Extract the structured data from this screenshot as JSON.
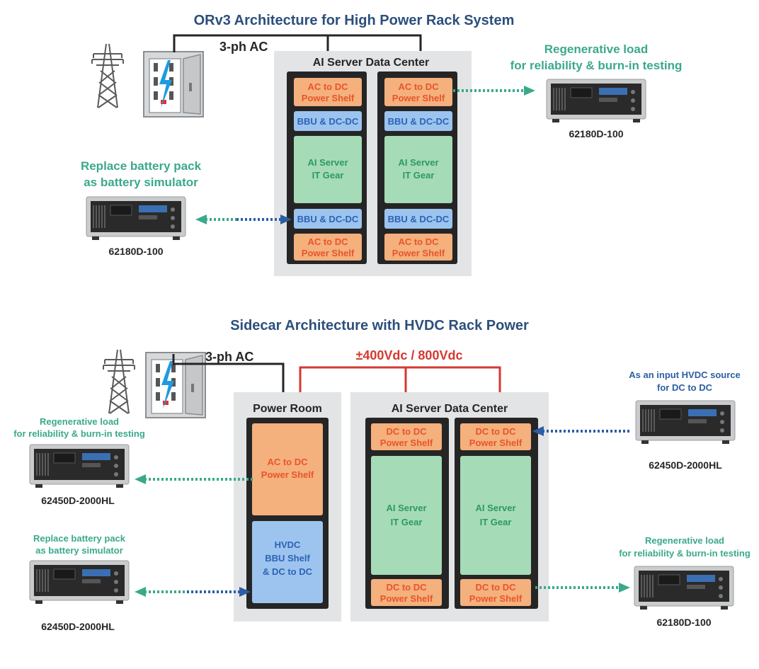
{
  "colors": {
    "title": "#2c4f7c",
    "teal": "#3aa98b",
    "blue_arrow": "#2c5ea3",
    "red_wire": "#d6382f",
    "rack_bg": "#e3e4e6",
    "rack_frame": "#252525",
    "orange": "#f4b07d",
    "orange_text": "#e8552a",
    "blue_block": "#9cc4ee",
    "blue_text": "#2d63b6",
    "green": "#a6dbb7",
    "green_text": "#2a9a63"
  },
  "top": {
    "title": "ORv3 Architecture for High Power Rack System",
    "ac_label": "3-ph AC",
    "datacenter_title": "AI Server Data Center",
    "regen_label_1": "Regenerative load",
    "regen_label_2": "for reliability & burn-in testing",
    "regen_model": "62180D-100",
    "battery_label_1": "Replace battery pack",
    "battery_label_2": "as battery simulator",
    "battery_model": "62180D-100",
    "ac_dc_1": "AC to DC",
    "ac_dc_2": "Power Shelf",
    "bbu": "BBU & DC-DC",
    "server_1": "AI Server",
    "server_2": "IT Gear"
  },
  "bottom": {
    "title": "Sidecar Architecture with HVDC Rack Power",
    "ac_label": "3-ph AC",
    "hvdc_label": "±400Vdc / 800Vdc",
    "power_room_title": "Power Room",
    "datacenter_title": "AI Server Data Center",
    "pr_acdc_1": "AC to DC",
    "pr_acdc_2": "Power Shelf",
    "pr_hvdc_1": "HVDC",
    "pr_hvdc_2": "BBU Shelf",
    "pr_hvdc_3": "& DC to DC",
    "dc_dc_1": "DC to DC",
    "dc_dc_2": "Power Shelf",
    "server_1": "AI Server",
    "server_2": "IT Gear",
    "regen_left_1": "Regenerative load",
    "regen_left_2": "for reliability & burn-in testing",
    "regen_left_model": "62450D-2000HL",
    "battery_left_1": "Replace battery pack",
    "battery_left_2": "as battery simulator",
    "battery_left_model": "62450D-2000HL",
    "input_hvdc_1": "As an input HVDC source",
    "input_hvdc_2": "for DC to DC",
    "input_hvdc_model": "62450D-2000HL",
    "regen_right_1": "Regenerative load",
    "regen_right_2": "for reliability & burn-in testing",
    "regen_right_model": "62180D-100"
  }
}
